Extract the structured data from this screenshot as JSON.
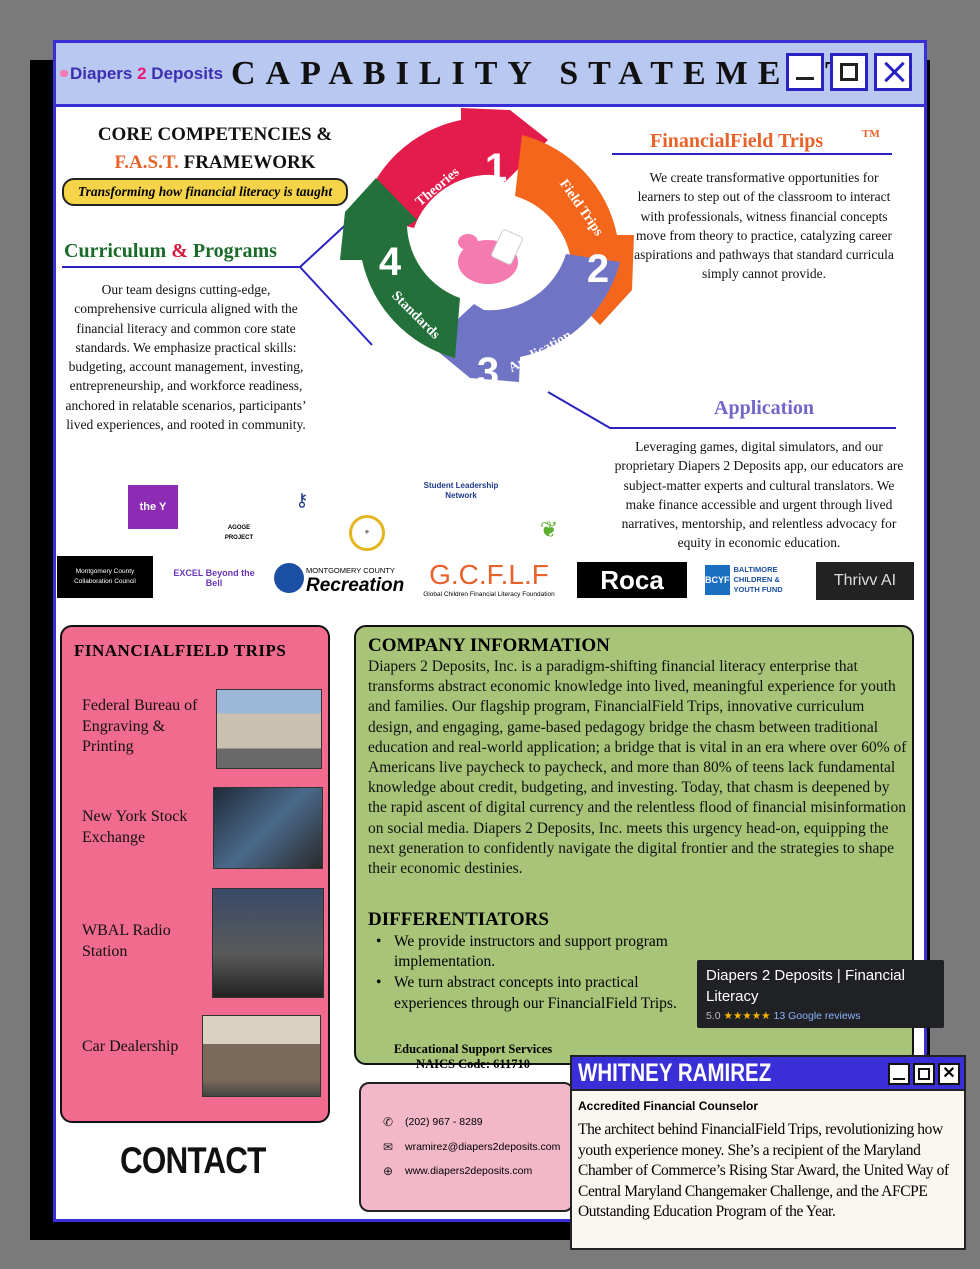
{
  "header": {
    "logo_text_a": "Diapers ",
    "logo_text_b": "2",
    "logo_text_c": " Deposits",
    "title": "CAPABILITY STATEMENT"
  },
  "core": {
    "title_line1": "CORE COMPETENCIES &",
    "fast": "F.A.S.T.",
    "title_line2_rest": " FRAMEWORK",
    "tagline": "Transforming how financial literacy is taught"
  },
  "curriculum": {
    "head_a": "Curriculum ",
    "head_amp": "&",
    "head_b": " Programs",
    "body": "Our team designs cutting-edge, comprehensive curricula aligned with the financial literacy and common core state standards. We emphasize practical skills: budgeting, account management, investing, entrepreneurship, and workforce readiness, anchored in relatable scenarios, participants’ lived experiences, and rooted in community."
  },
  "field_trips": {
    "head": "FinancialField Trips",
    "tm": "TM",
    "body": "We create transformative opportunities for learners to step out of the classroom to interact with professionals, witness financial concepts move from theory to practice, catalyzing career aspirations and pathways that standard curricula simply cannot provide."
  },
  "application": {
    "head": "Application",
    "body": "Leveraging games, digital simulators, and our proprietary Diapers 2 Deposits app, our educators are subject-matter experts and cultural translators. We make finance accessible and urgent through lived narratives, mentorship, and relentless advocacy for equity in economic education."
  },
  "cycle": {
    "steps": [
      {
        "num": "1",
        "label": "Theories",
        "color": "#e41c4c"
      },
      {
        "num": "2",
        "label": "Field Trips",
        "color": "#f4661c"
      },
      {
        "num": "3",
        "label": "Application",
        "color": "#6f74c4"
      },
      {
        "num": "4",
        "label": "Standards",
        "color": "#23703a"
      }
    ]
  },
  "partners": {
    "ymca": "the Y",
    "agoge": "AGOGE PROJECT",
    "slnet": "Student Leadership Network",
    "mccc": "Montgomery County Collaboration Council",
    "excel": "EXCEL Beyond the Bell",
    "recreation_small": "MONTGOMERY COUNTY",
    "recreation": "Recreation",
    "gcflf": "G.C.F.L.F",
    "gcflf_sub": "Global Children Financial Literacy Foundation",
    "roca": "Roca",
    "bcyf": "BALTIMORE CHILDREN & YOUTH FUND",
    "bcyf_letters": "BCYF",
    "thrivv": "Thrivv AI"
  },
  "trips_box": {
    "head": "FINANCIALFIELD TRIPS",
    "items": [
      {
        "label": "Federal Bureau of Engraving & Printing"
      },
      {
        "label": "New York Stock Exchange"
      },
      {
        "label": "WBAL Radio Station"
      },
      {
        "label": "Car Dealership"
      }
    ]
  },
  "company": {
    "head": "COMPANY INFORMATION",
    "body": "Diapers 2 Deposits, Inc. is a paradigm-shifting financial literacy enterprise that transforms abstract economic knowledge into lived, meaningful experience for youth and families. Our flagship program, FinancialField Trips, innovative curriculum design, and engaging, game-based pedagogy bridge the chasm between traditional education and real-world application; a bridge that is vital in an era where over 60% of Americans live paycheck to paycheck, and more than 80% of teens lack fundamental knowledge about credit, budgeting, and investing. Today, that chasm is deepened by the rapid ascent of digital currency and the relentless flood of financial misinformation on social media. Diapers 2 Deposits, Inc. meets this urgency head-on, equipping the next generation to confidently navigate the digital frontier and the strategies to shape their economic destinies.",
    "diff_head": "DIFFERENTIATORS",
    "diffs": [
      "We provide instructors and support program implementation.",
      "We turn abstract concepts into practical experiences through our FinancialField Trips."
    ],
    "edu_line1": "Educational Support Services",
    "edu_line2": "NAICS Code: 611710"
  },
  "review": {
    "name": "Diapers 2 Deposits | Financial Literacy",
    "rating": "5.0",
    "stars": "★★★★★",
    "reviews": "13 Google reviews"
  },
  "contact": {
    "label": "CONTACT",
    "phone": "(202) 967 - 8289",
    "email": "wramirez@diapers2deposits.com",
    "web": "www.diapers2deposits.com"
  },
  "bio": {
    "name": "WHITNEY RAMIREZ",
    "title": "Accredited Financial Counselor",
    "body": "The architect behind FinancialField Trips, revolutionizing how youth experience money. She’s a recipient of the Maryland Chamber of Commerce’s Rising Star Award, the United Way of Central Maryland Changemaker Challenge, and the AFCPE Outstanding Education Program of the Year."
  }
}
